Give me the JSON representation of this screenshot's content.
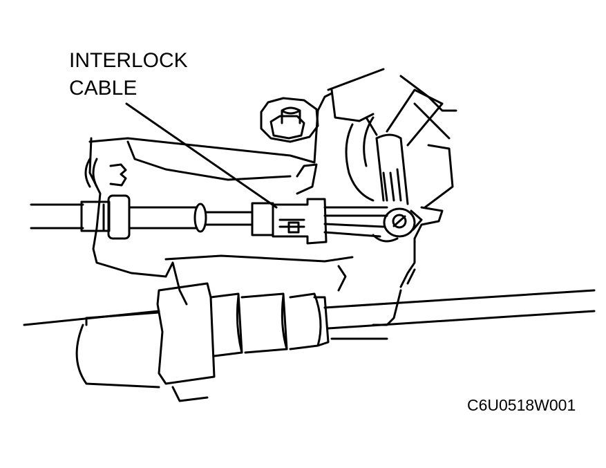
{
  "callout": {
    "line1": "INTERLOCK",
    "line2": "CABLE"
  },
  "figure_code": "C6U0518W001"
}
